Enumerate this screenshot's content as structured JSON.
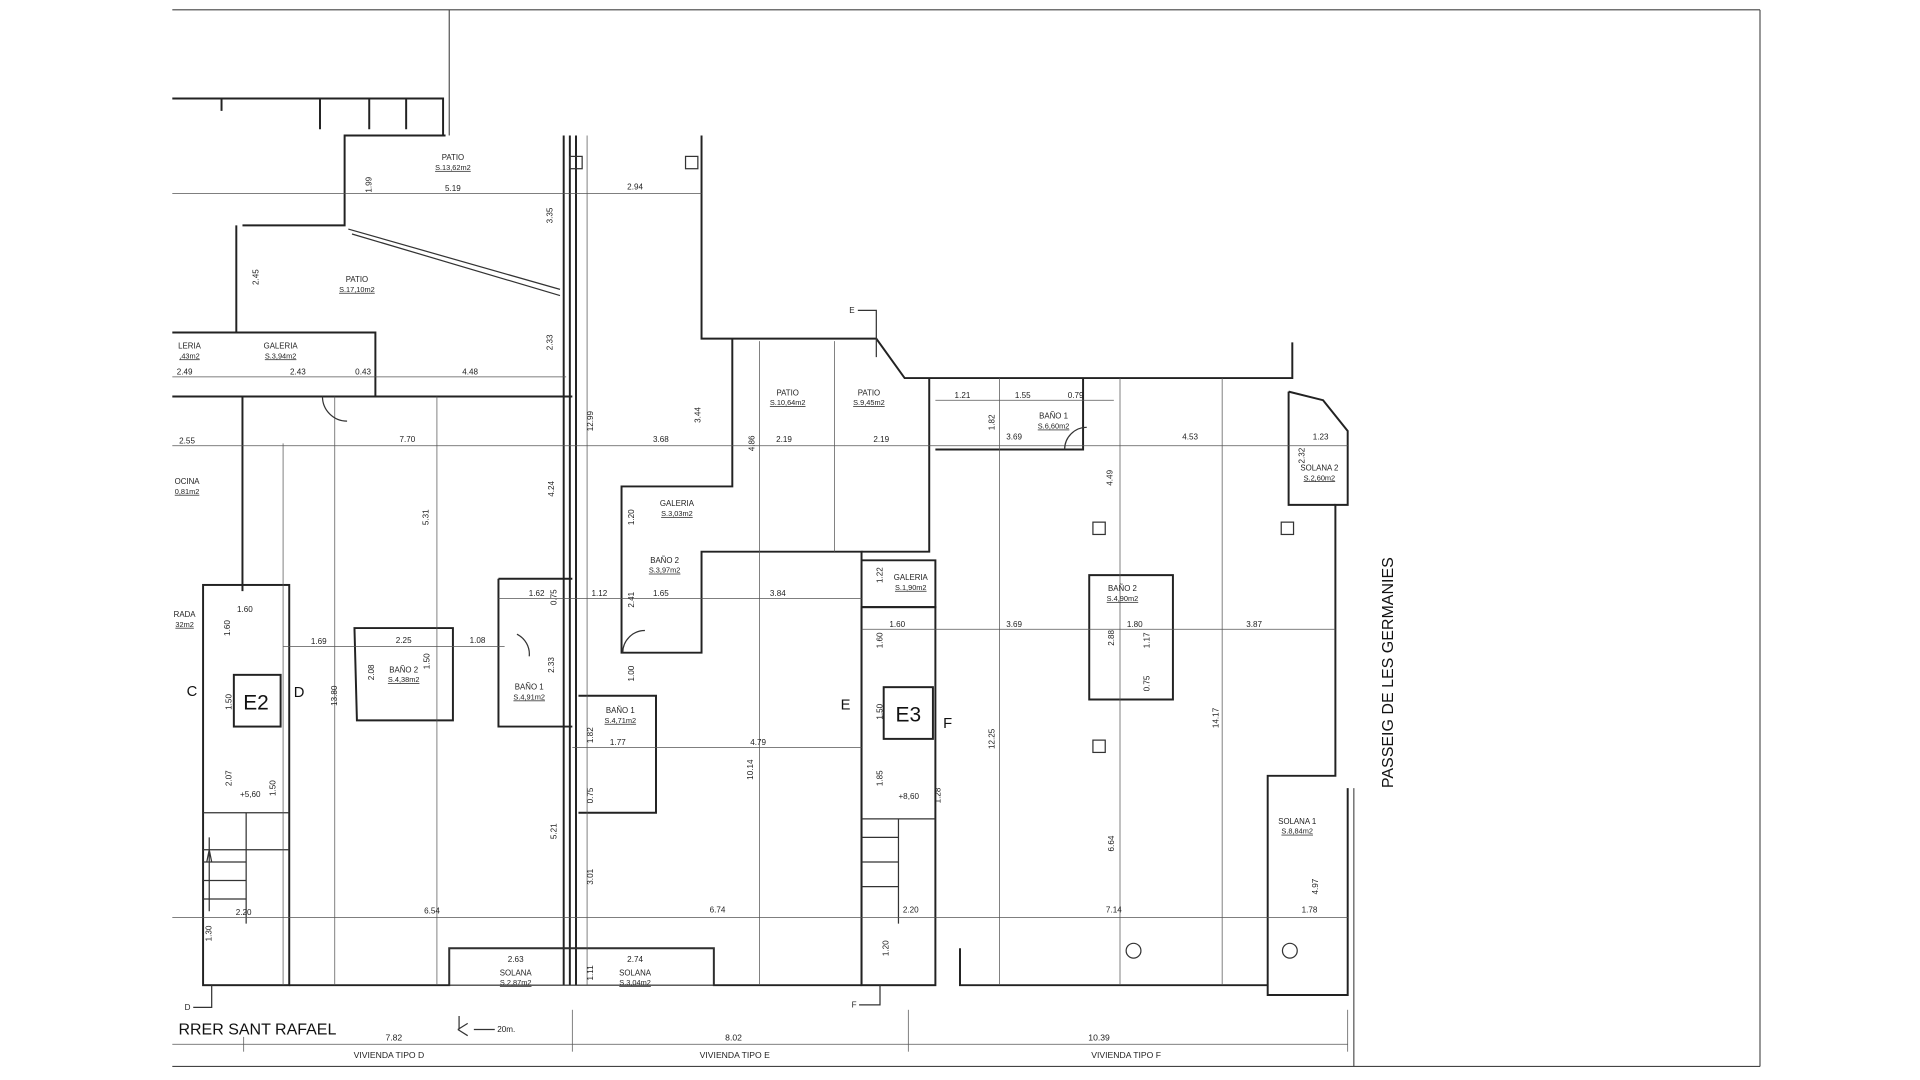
{
  "streets": {
    "bottom": "RRER SANT RAFAEL",
    "right": "PASSEIG DE LES GERMANIES"
  },
  "scale_note": "20m.",
  "totals": [
    {
      "length": "7.82",
      "label": "VIVIENDA TIPO D"
    },
    {
      "length": "8.02",
      "label": "VIVIENDA TIPO E"
    },
    {
      "length": "10.39",
      "label": "VIVIENDA TIPO F"
    }
  ],
  "cores": [
    {
      "name": "E2",
      "door_left": "C",
      "door_right": "D",
      "level": "+5,60"
    },
    {
      "name": "E3",
      "door_left": "E",
      "door_right": "F",
      "level": "+8,60"
    }
  ],
  "section_marks": [
    "E",
    "D",
    "F"
  ],
  "rooms": [
    {
      "name": "PATIO",
      "area": "S.13,62m2"
    },
    {
      "name": "PATIO",
      "area": "S.17,10m2"
    },
    {
      "name": "GALERIA",
      "area": "S.3,94m2"
    },
    {
      "name": "LERIA",
      "area": ",43m2"
    },
    {
      "name": "OCINA",
      "area": "0,81m2"
    },
    {
      "name": "RADA",
      "area": "32m2"
    },
    {
      "name": "BAÑO 2",
      "area": "S.4,38m2"
    },
    {
      "name": "BAÑO 1",
      "area": "S.4,91m2"
    },
    {
      "name": "GALERIA",
      "area": "S.3,03m2"
    },
    {
      "name": "BAÑO 2",
      "area": "S.3,97m2"
    },
    {
      "name": "BAÑO 1",
      "area": "S.4,71m2"
    },
    {
      "name": "PATIO",
      "area": "S.10,64m2"
    },
    {
      "name": "PATIO",
      "area": "S.9,45m2"
    },
    {
      "name": "BAÑO 1",
      "area": "S.6,60m2"
    },
    {
      "name": "SOLANA 2",
      "area": "S.2,60m2"
    },
    {
      "name": "GALERIA",
      "area": "S.1,90m2"
    },
    {
      "name": "BAÑO 2",
      "area": "S.4,90m2"
    },
    {
      "name": "SOLANA 1",
      "area": "S.8,84m2"
    },
    {
      "name": "SOLANA",
      "area": "S.2,87m2"
    },
    {
      "name": "SOLANA",
      "area": "S.3,04m2"
    }
  ],
  "dims_h": [
    "5.19",
    "2.94",
    "2.49",
    "2.43",
    "0.43",
    "4.48",
    "2.55",
    "7.70",
    "3.68",
    "2.19",
    "2.19",
    "1.21",
    "1.55",
    "0.79",
    "3.69",
    "4.53",
    "1.23",
    "1.62",
    "1.12",
    "1.65",
    "3.84",
    "1.60",
    "1.69",
    "2.25",
    "1.08",
    "1.60",
    "3.69",
    "1.80",
    "3.87",
    "1.77",
    "4.79",
    "2.20",
    "6.54",
    "6.74",
    "2.20",
    "7.14",
    "1.78",
    "2.63",
    "2.74"
  ],
  "dims_v": [
    "1.99",
    "3.35",
    "2.45",
    "2.33",
    "12.99",
    "3.44",
    "4.86",
    "5.31",
    "4.24",
    "1.20",
    "2.41",
    "1.00",
    "2.33",
    "0.75",
    "1.82",
    "0.75",
    "5.21",
    "3.01",
    "1.11",
    "1.60",
    "1.50",
    "2.07",
    "1.50",
    "1.30",
    "2.08",
    "1.50",
    "13.80",
    "10.14",
    "1.22",
    "1.60",
    "1.50",
    "1.85",
    "1.28",
    "1.20",
    "1.82",
    "4.49",
    "12.25",
    "6.64",
    "1.17",
    "0.75",
    "2.88",
    "14.17",
    "4.97",
    "2.32"
  ]
}
